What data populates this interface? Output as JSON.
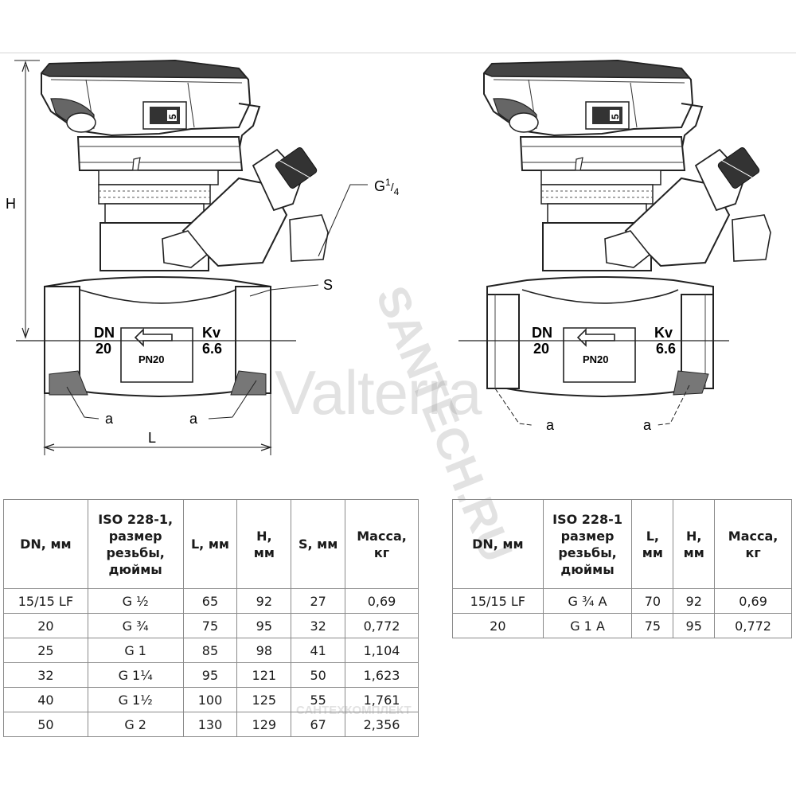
{
  "watermark": {
    "brand": "Valterra",
    "site": "SANTECH.RU",
    "footer": "САНТЕХКОМПЛЕКТ"
  },
  "left_drawing": {
    "dim_height": "H",
    "dim_length": "L",
    "thread_label_main": "G",
    "thread_label_sup": "1",
    "thread_label_sub": "4",
    "spanner_label": "S",
    "connection_left": "a",
    "connection_right": "a",
    "marking_dn": "DN",
    "marking_dn_value": "20",
    "marking_kv": "Kv",
    "marking_kv_value": "6.6",
    "marking_pn": "PN20",
    "setting_digit": "5"
  },
  "right_drawing": {
    "connection_left": "a",
    "connection_right": "a",
    "marking_dn": "DN",
    "marking_dn_value": "20",
    "marking_kv": "Kv",
    "marking_kv_value": "6.6",
    "marking_pn": "PN20",
    "setting_digit": "5"
  },
  "table_left": {
    "headers": [
      "DN, мм",
      "ISO 228-1, размер резьбы, дюймы",
      "L, мм",
      "H, мм",
      "S, мм",
      "Масса, кг"
    ],
    "header_lines": [
      [
        "DN, мм"
      ],
      [
        "ISO 228-1,",
        "размер",
        "резьбы,",
        "дюймы"
      ],
      [
        "L, мм"
      ],
      [
        "H,",
        "мм"
      ],
      [
        "S, мм"
      ],
      [
        "Масса,",
        "кг"
      ]
    ],
    "rows": [
      [
        "15/15 LF",
        "G ½",
        "65",
        "92",
        "27",
        "0,69"
      ],
      [
        "20",
        "G ¾",
        "75",
        "95",
        "32",
        "0,772"
      ],
      [
        "25",
        "G 1",
        "85",
        "98",
        "41",
        "1,104"
      ],
      [
        "32",
        "G 1¼",
        "95",
        "121",
        "50",
        "1,623"
      ],
      [
        "40",
        "G 1½",
        "100",
        "125",
        "55",
        "1,761"
      ],
      [
        "50",
        "G 2",
        "130",
        "129",
        "67",
        "2,356"
      ]
    ]
  },
  "table_right": {
    "headers": [
      "DN, мм",
      "ISO 228-1 размер резьбы, дюймы",
      "L, мм",
      "H, мм",
      "Масса, кг"
    ],
    "header_lines": [
      [
        "DN, мм"
      ],
      [
        "ISO 228-1",
        "размер",
        "резьбы,",
        "дюймы"
      ],
      [
        "L,",
        "мм"
      ],
      [
        "H,",
        "мм"
      ],
      [
        "Масса,",
        "кг"
      ]
    ],
    "rows": [
      [
        "15/15 LF",
        "G ¾ A",
        "70",
        "92",
        "0,69"
      ],
      [
        "20",
        "G 1 A",
        "75",
        "95",
        "0,772"
      ]
    ]
  }
}
